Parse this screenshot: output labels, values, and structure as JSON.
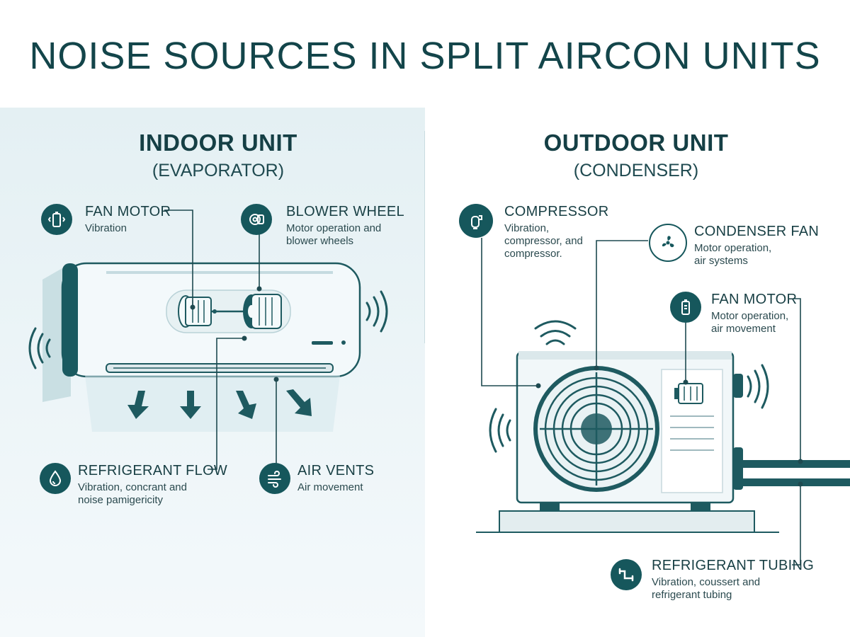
{
  "title": "NOISE SOURCES IN SPLIT AIRCON UNITS",
  "indoor": {
    "heading": "INDOOR UNIT",
    "subheading": "(EVAPORATOR)",
    "callouts": [
      {
        "label": "FAN MOTOR",
        "desc": "Vibration",
        "icon": "battery-motor-icon"
      },
      {
        "label": "BLOWER WHEEL",
        "desc": "Motor operation and\nblower wheels",
        "icon": "blower-wheel-icon"
      },
      {
        "label": "REFRIGERANT FLOW",
        "desc": "Vibration, concrant and\nnoise pamigericity",
        "icon": "droplet-icon"
      },
      {
        "label": "AIR VENTS",
        "desc": "Air movement",
        "icon": "wind-icon"
      }
    ]
  },
  "outdoor": {
    "heading": "OUTDOOR UNIT",
    "subheading": "(CONDENSER)",
    "callouts": [
      {
        "label": "COMPRESSOR",
        "desc": "Vibration,\ncompressor, and\ncompressor.",
        "icon": "compressor-icon"
      },
      {
        "label": "CONDENSER FAN",
        "desc": "Motor operation,\nair systems",
        "icon": "fan-icon"
      },
      {
        "label": "FAN MOTOR",
        "desc": "Motor operation,\nair movement",
        "icon": "battery-motor-icon"
      },
      {
        "label": "REFRIGERANT TUBING",
        "desc": "Vibration, coussert and\nrefrigerant tubing",
        "icon": "pipe-icon"
      }
    ]
  },
  "colors": {
    "accent": "#16575c",
    "text": "#153f45",
    "panel": "#e8f2f5"
  }
}
